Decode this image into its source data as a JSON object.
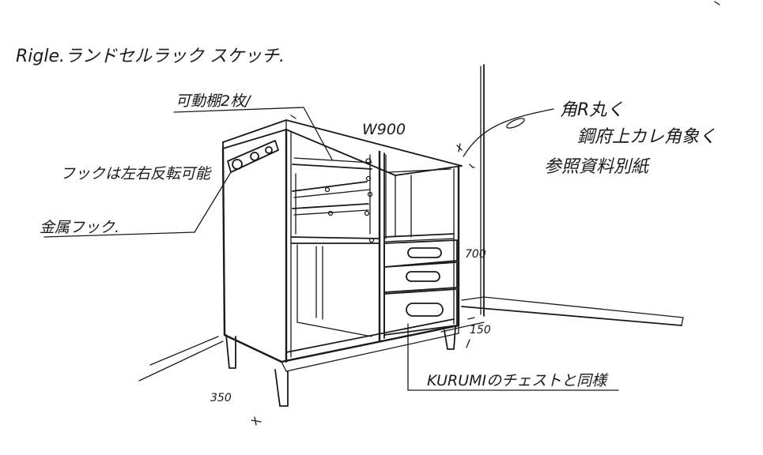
{
  "title": "Rigle.ランドセルラック スケッチ.",
  "labels": {
    "movable_shelves": "可動棚2枚/",
    "width_dim": "W900",
    "hook_reversible": "フックは左右反転可能",
    "metal_hook": "金属フック.",
    "rounded_corners_1": "角R丸く",
    "rounded_corners_2": "鋼府上カレ角象く",
    "rounded_corners_3": "参照資料別紙",
    "height_dim": "700",
    "leg_dim": "150",
    "depth_dim": "350",
    "kurumi_note": "KURUMIのチェストと同様"
  },
  "colors": {
    "ink": "#1a1a1a",
    "paper": "#ffffff"
  }
}
